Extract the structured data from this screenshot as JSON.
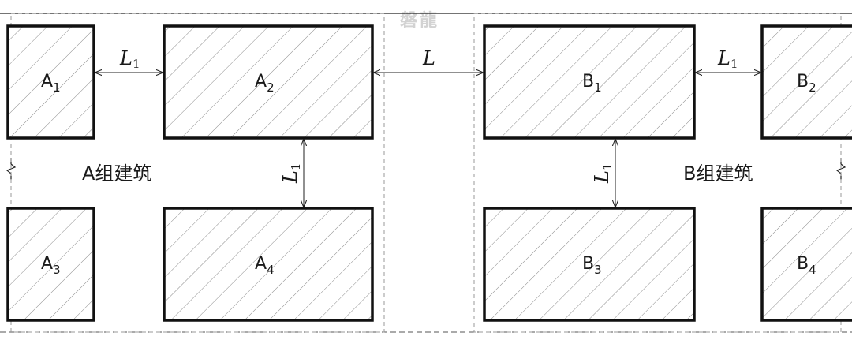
{
  "watermark": "磐龍",
  "buildings": [
    {
      "id": "A1",
      "letter": "A",
      "sub": "1"
    },
    {
      "id": "A2",
      "letter": "A",
      "sub": "2"
    },
    {
      "id": "A3",
      "letter": "A",
      "sub": "3"
    },
    {
      "id": "A4",
      "letter": "A",
      "sub": "4"
    },
    {
      "id": "B1",
      "letter": "B",
      "sub": "1"
    },
    {
      "id": "B2",
      "letter": "B",
      "sub": "2"
    },
    {
      "id": "B3",
      "letter": "B",
      "sub": "3"
    },
    {
      "id": "B4",
      "letter": "B",
      "sub": "4"
    }
  ],
  "groups": {
    "a": {
      "label": "A组建筑"
    },
    "b": {
      "label": "B组建筑"
    }
  },
  "dimensions": {
    "a1_a2": {
      "symbol": "L",
      "sub": "1"
    },
    "a2_b1": {
      "symbol": "L",
      "sub": ""
    },
    "b1_b2": {
      "symbol": "L",
      "sub": "1"
    },
    "a2_a4": {
      "symbol": "L",
      "sub": "1"
    },
    "b1_b3": {
      "symbol": "L",
      "sub": "1"
    }
  }
}
